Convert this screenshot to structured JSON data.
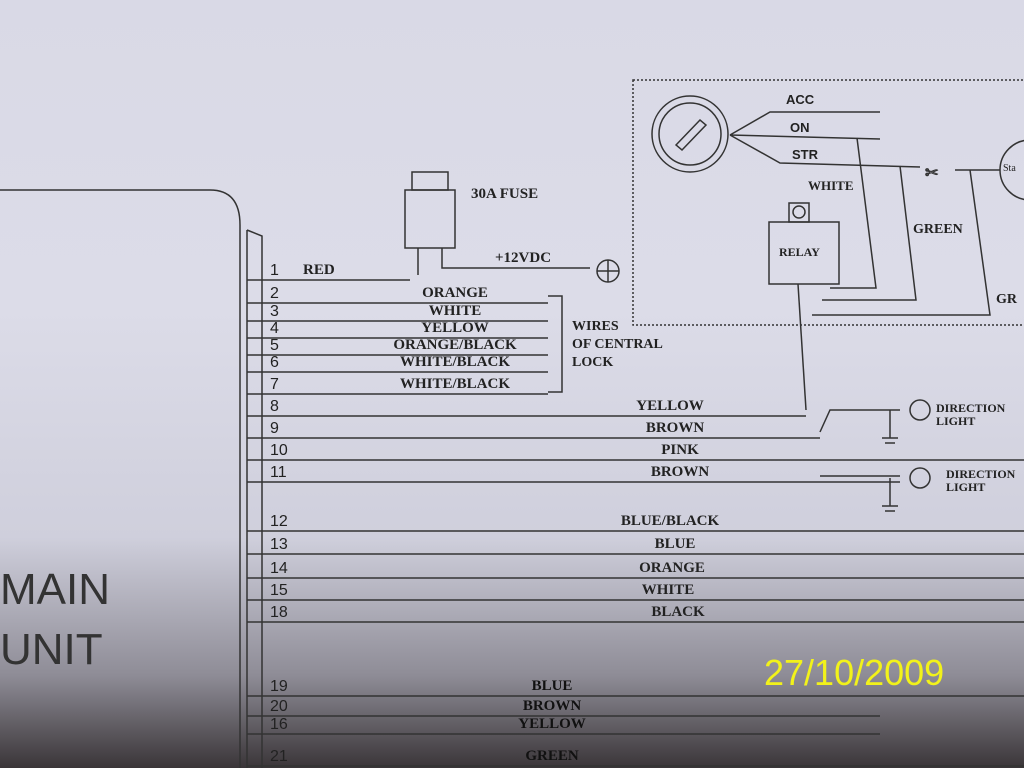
{
  "main_unit": {
    "line1": "MAIN",
    "line2": "UNIT"
  },
  "fuse": {
    "label": "30A FUSE",
    "supply": "+12VDC"
  },
  "central_lock_note": [
    "WIRES",
    "OF CENTRAL",
    "LOCK"
  ],
  "ignition": {
    "acc": "ACC",
    "on": "ON",
    "str": "STR",
    "white": "WHITE",
    "green": "GREEN",
    "green2": "GR",
    "relay": "RELAY",
    "starter": "Sta"
  },
  "direction_light": "DIRECTION LIGHT",
  "wires": [
    {
      "num": "1",
      "color": "RED"
    },
    {
      "num": "2",
      "color": "ORANGE"
    },
    {
      "num": "3",
      "color": "WHITE"
    },
    {
      "num": "4",
      "color": "YELLOW"
    },
    {
      "num": "5",
      "color": "ORANGE/BLACK"
    },
    {
      "num": "6",
      "color": "WHITE/BLACK"
    },
    {
      "num": "7",
      "color": "WHITE/BLACK"
    },
    {
      "num": "8",
      "color": "YELLOW"
    },
    {
      "num": "9",
      "color": "BROWN"
    },
    {
      "num": "10",
      "color": "PINK"
    },
    {
      "num": "11",
      "color": "BROWN"
    },
    {
      "num": "12",
      "color": "BLUE/BLACK"
    },
    {
      "num": "13",
      "color": "BLUE"
    },
    {
      "num": "14",
      "color": "ORANGE"
    },
    {
      "num": "15",
      "color": "WHITE"
    },
    {
      "num": "18",
      "color": "BLACK"
    },
    {
      "num": "19",
      "color": "BLUE"
    },
    {
      "num": "20",
      "color": "BROWN"
    },
    {
      "num": "16",
      "color": "YELLOW"
    },
    {
      "num": "21",
      "color": "GREEN"
    }
  ],
  "date_stamp": "27/10/2009"
}
